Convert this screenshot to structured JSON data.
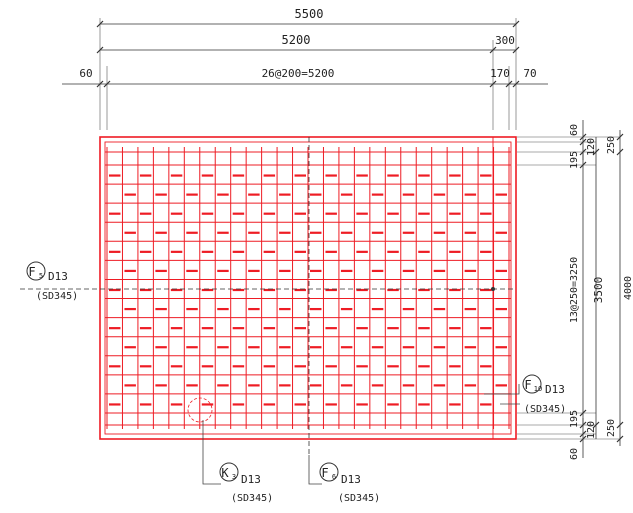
{
  "dimensions": {
    "overall_width": "5500",
    "span_width": "5200",
    "edge_width": "300",
    "left_cover": "60",
    "bar_spacing": "26@200=5200",
    "right_a": "170",
    "right_b": "70",
    "right_top_60": "60",
    "right_top_120": "120",
    "right_top_195": "195",
    "right_top_250": "250",
    "right_spacing": "13@250=3250",
    "right_3500": "3500",
    "right_4000": "4000",
    "right_bot_195": "195",
    "right_bot_120": "120",
    "right_bot_250": "250",
    "right_bot_60": "60"
  },
  "rebar_marks": [
    {
      "mark": "F",
      "sub": "5",
      "size": "D13",
      "grade": "(SD345)"
    },
    {
      "mark": "F",
      "sub": "10",
      "size": "D13",
      "grade": "(SD345)"
    },
    {
      "mark": "K",
      "sub": "3",
      "size": "D13",
      "grade": "(SD345)"
    },
    {
      "mark": "F",
      "sub": "6",
      "size": "D13",
      "grade": "(SD345)"
    }
  ],
  "colors": {
    "rebar": "#ee1c24",
    "lines": "#333333"
  }
}
